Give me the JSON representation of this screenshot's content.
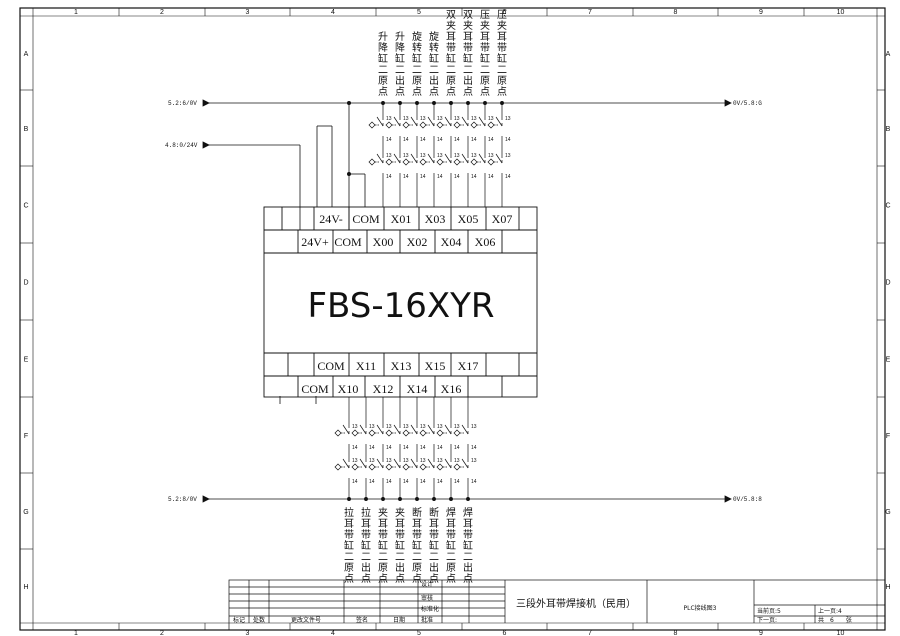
{
  "frame": {
    "columns": [
      "1",
      "2",
      "3",
      "4",
      "5",
      "6",
      "7",
      "8",
      "9",
      "10"
    ],
    "rows": [
      "A",
      "B",
      "C",
      "D",
      "E",
      "F",
      "G",
      "H"
    ]
  },
  "signals": {
    "top_left_0v": "5.2:6/0V",
    "top_right_0v": "0V/5.8:G",
    "left_24v": "4.8:0/24V",
    "bottom_left_0v": "5.2:8/0V",
    "bottom_right_0v": "0V/5.8:8"
  },
  "plc": {
    "model": "FBS-16XYR",
    "top_row1": [
      "24V-",
      "COM",
      "X01",
      "X03",
      "X05",
      "X07"
    ],
    "top_row2": [
      "24V+",
      "COM",
      "X00",
      "X02",
      "X04",
      "X06"
    ],
    "bottom_row1": [
      "COM",
      "X11",
      "X13",
      "X15",
      "X17"
    ],
    "bottom_row2": [
      "COM",
      "X10",
      "X12",
      "X14",
      "X16"
    ]
  },
  "switch_pins": {
    "a": "13",
    "b": "14"
  },
  "top_labels": [
    "升降缸二原点",
    "升降缸二出点",
    "旋转缸二原点",
    "旋转缸二出点",
    "双夹耳带缸二原点",
    "双夹耳带缸二出点",
    "压夹耳带缸二原点",
    "压夹耳带缸二原点"
  ],
  "bottom_labels": [
    "拉耳带缸二原点",
    "拉耳带缸二出点",
    "夹耳带缸二原点",
    "夹耳带缸二出点",
    "断耳带缸二原点",
    "断耳带缸二出点",
    "焊耳带缸二原点",
    "焊耳带缸二出点"
  ],
  "title_block": {
    "left_labels": [
      "标记",
      "处数",
      "更改文件号",
      "签名",
      "日期"
    ],
    "stage_labels": [
      "设计",
      "审核",
      "标准化",
      "批准"
    ],
    "project": "三段外耳带焊接机（民用）",
    "drawing": "PLC接线图3",
    "sheet_current": "当前页:5",
    "sheet_prev": "上一页:4",
    "sheet_next": "下一页:",
    "sheet_total": "共　6　　张"
  }
}
